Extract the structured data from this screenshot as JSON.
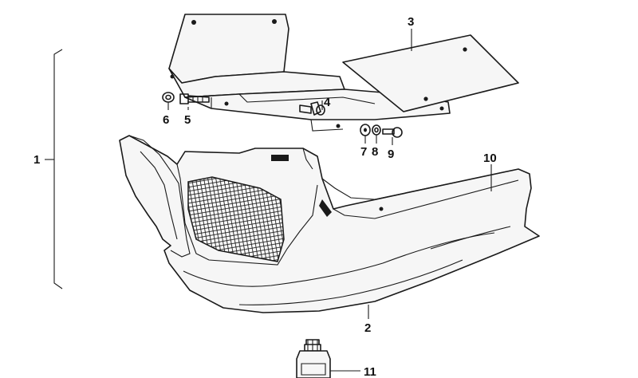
{
  "callouts": {
    "c1": "1",
    "c2": "2",
    "c3": "3",
    "c4": "4",
    "c5": "5",
    "c6": "6",
    "c7": "7",
    "c8": "8",
    "c9": "9",
    "c10": "10",
    "c11": "11"
  },
  "colors": {
    "line": "#1a1a1a",
    "fill": "#f6f6f6",
    "background": "#ffffff"
  }
}
